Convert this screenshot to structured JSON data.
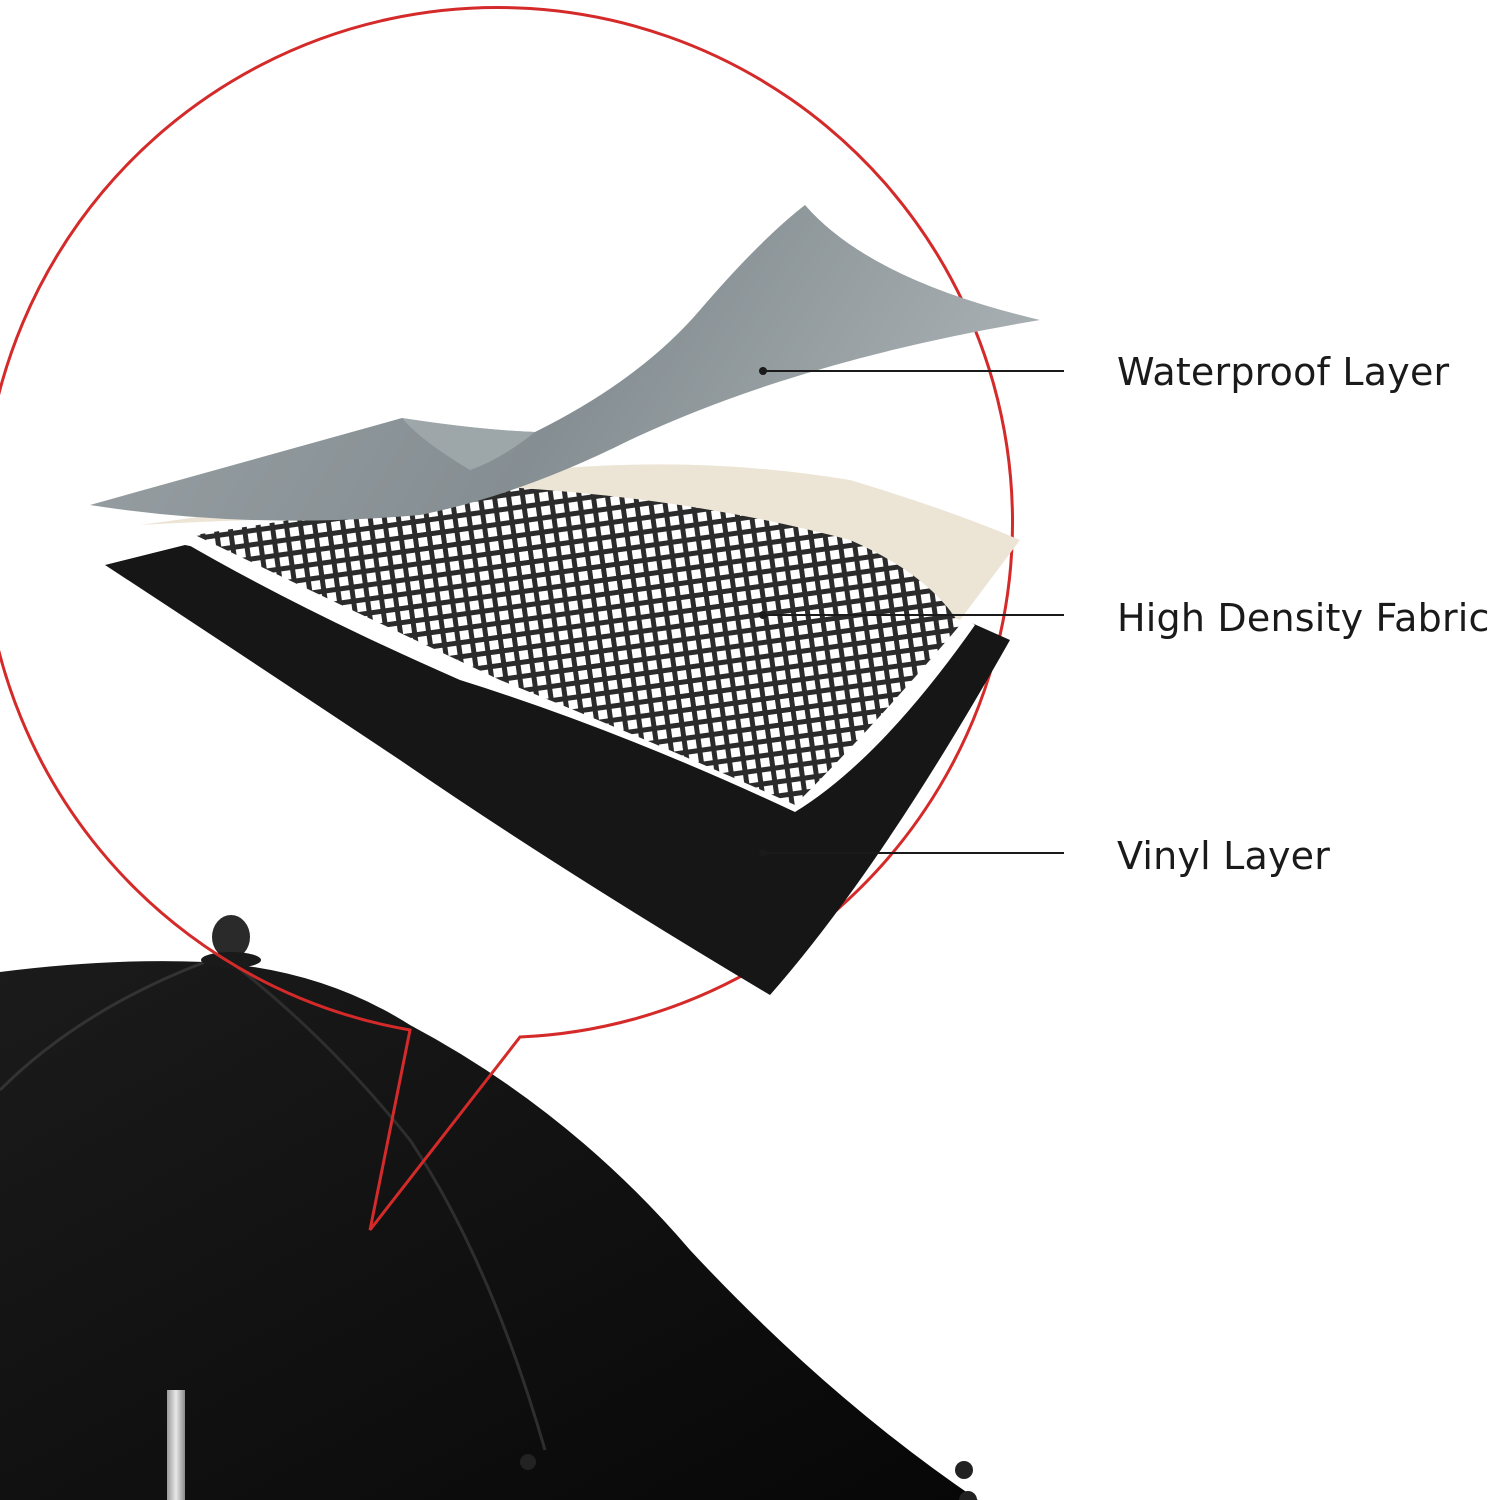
{
  "callout_labels": {
    "waterproof_layer": "Waterproof Layer",
    "high_density_fabric": "High Density Fabric",
    "vinyl_layer": "Vinyl Layer"
  },
  "colors": {
    "callout_outline": "#d42a2a",
    "waterproof_layer": "#8e979b",
    "fabric_backing": "#ece4d4",
    "fabric_grid": "#2a2a2a",
    "vinyl_layer": "#1a1a1a",
    "umbrella_canopy": "#0f0f0f",
    "leader_line": "#1a1a1a"
  },
  "icons": {
    "umbrella": "umbrella-canopy-illustration"
  }
}
